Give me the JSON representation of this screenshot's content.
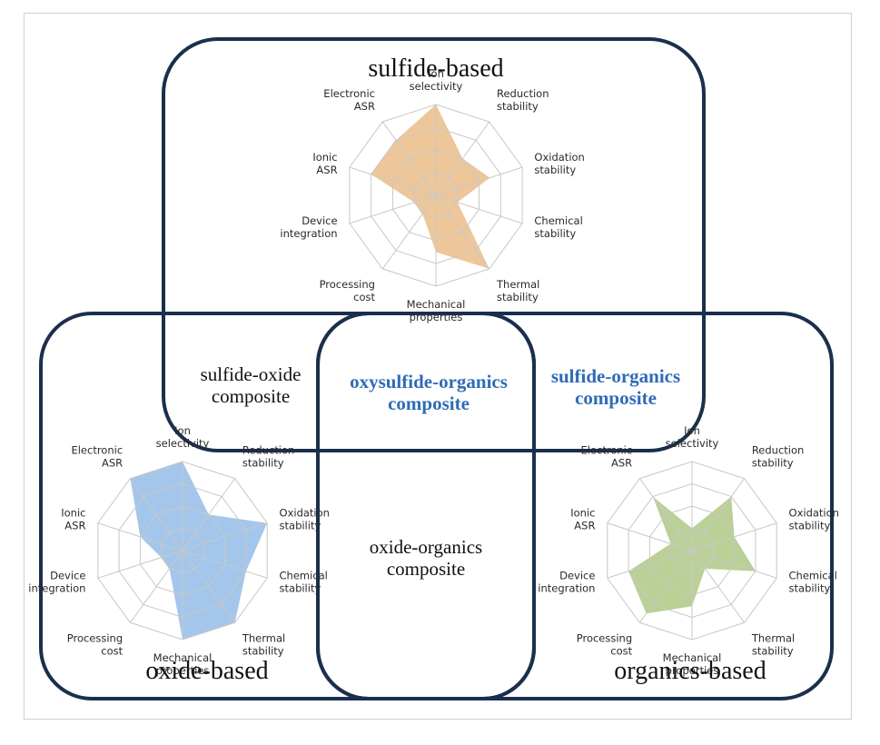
{
  "regions": {
    "sulfide": {
      "title": "sulfide-based"
    },
    "oxide": {
      "title": "oxide-based"
    },
    "organics": {
      "title": "organics-based"
    }
  },
  "composites": {
    "sulfide_oxide": "sulfide-oxide\ncomposite",
    "oxysulfide_organics": "oxysulfide-organics\ncomposite",
    "sulfide_organics": "sulfide-organics\ncomposite",
    "oxide_organics": "oxide-organics\ncomposite"
  },
  "colors": {
    "outline": "#1b2f4d",
    "blue_text": "#2f6bb5",
    "sulfide_fill": "#e8b97f",
    "oxide_fill": "#8db8e6",
    "organics_fill": "#a9c47c",
    "grid": "#c8c8c8"
  },
  "chart_data": [
    {
      "type": "radar",
      "region": "sulfide-based",
      "axes": [
        "Ion\nselectivity",
        "Reduction\nstability",
        "Oxidation\nstability",
        "Chemical\nstability",
        "Thermal\nstability",
        "Mechanical\nproperties",
        "Processing\ncost",
        "Device\nintegration",
        "Ionic\nASR",
        "Electronic\nASR"
      ],
      "rings": 4,
      "max": 4,
      "values": [
        4,
        2,
        2.5,
        1,
        4,
        2.5,
        1,
        1,
        3,
        3
      ]
    },
    {
      "type": "radar",
      "region": "oxide-based",
      "axes": [
        "Ion\nselectivity",
        "Reduction\nstability",
        "Oxidation\nstability",
        "Chemical\nstability",
        "Thermal\nstability",
        "Mechanical\nproperties",
        "Processing\ncost",
        "Device\nintegration",
        "Ionic\nASR",
        "Electronic\nASR"
      ],
      "rings": 4,
      "max": 4,
      "values": [
        4,
        2,
        4,
        3,
        4,
        4,
        1,
        1,
        2,
        4
      ]
    },
    {
      "type": "radar",
      "region": "organics-based",
      "axes": [
        "Ion\nselectivity",
        "Reduction\nstability",
        "Oxidation\nstability",
        "Chemical\nstability",
        "Thermal\nstability",
        "Mechanical\nproperties",
        "Processing\ncost",
        "Device\nintegration",
        "Ionic\nASR",
        "Electronic\nASR"
      ],
      "rings": 4,
      "max": 4,
      "values": [
        1,
        3,
        2,
        3,
        1,
        2.5,
        3.5,
        3,
        1,
        3
      ]
    }
  ]
}
